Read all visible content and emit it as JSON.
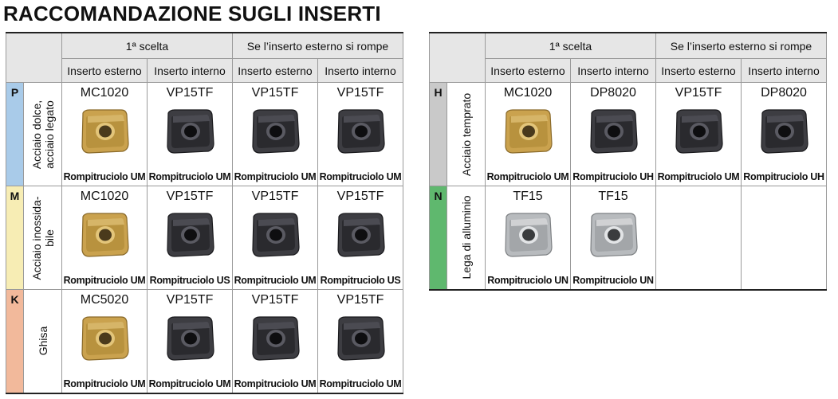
{
  "title": "RACCOMANDAZIONE SUGLI INSERTI",
  "headers": {
    "first_choice": "1ª scelta",
    "if_breaks": "Se l’inserto esterno si rompe",
    "outer": "Inserto esterno",
    "inner": "Inserto interno"
  },
  "colors": {
    "P": "#a9cbe9",
    "M": "#f7edb4",
    "K": "#f2b99b",
    "H": "#c9c9c9",
    "N": "#5fb86e",
    "header_bg": "#e6e6e6"
  },
  "left_table": {
    "rows": [
      {
        "letter": "P",
        "desc": [
          "Acciaio dolce,",
          "acciaio legato"
        ],
        "cells": [
          {
            "code": "MC1020",
            "breaker": "Rompitruciolo UM",
            "icon": "gold-insert-icon"
          },
          {
            "code": "VP15TF",
            "breaker": "Rompitruciolo UM",
            "icon": "dark-insert-icon"
          },
          {
            "code": "VP15TF",
            "breaker": "Rompitruciolo UM",
            "icon": "dark-insert-icon"
          },
          {
            "code": "VP15TF",
            "breaker": "Rompitruciolo UM",
            "icon": "dark-insert-icon"
          }
        ]
      },
      {
        "letter": "M",
        "desc": [
          "Acciaio inossida-",
          "bile"
        ],
        "cells": [
          {
            "code": "MC1020",
            "breaker": "Rompitruciolo UM",
            "icon": "gold-insert-icon"
          },
          {
            "code": "VP15TF",
            "breaker": "Rompitruciolo US",
            "icon": "dark-insert-icon"
          },
          {
            "code": "VP15TF",
            "breaker": "Rompitruciolo UM",
            "icon": "dark-insert-icon"
          },
          {
            "code": "VP15TF",
            "breaker": "Rompitruciolo US",
            "icon": "dark-insert-icon"
          }
        ]
      },
      {
        "letter": "K",
        "desc": [
          "Ghisa"
        ],
        "cells": [
          {
            "code": "MC5020",
            "breaker": "Rompitruciolo UM",
            "icon": "gold-insert-icon"
          },
          {
            "code": "VP15TF",
            "breaker": "Rompitruciolo UM",
            "icon": "dark-insert-icon"
          },
          {
            "code": "VP15TF",
            "breaker": "Rompitruciolo UM",
            "icon": "dark-insert-icon"
          },
          {
            "code": "VP15TF",
            "breaker": "Rompitruciolo UM",
            "icon": "dark-insert-icon"
          }
        ]
      }
    ]
  },
  "right_table": {
    "rows": [
      {
        "letter": "H",
        "desc": [
          "Acciaio temprato"
        ],
        "cells": [
          {
            "code": "MC1020",
            "breaker": "Rompitruciolo UM",
            "icon": "gold-insert-icon"
          },
          {
            "code": "DP8020",
            "breaker": "Rompitruciolo UH",
            "icon": "dark-insert-icon"
          },
          {
            "code": "VP15TF",
            "breaker": "Rompitruciolo UM",
            "icon": "dark-insert-icon"
          },
          {
            "code": "DP8020",
            "breaker": "Rompitruciolo UH",
            "icon": "dark-insert-icon"
          }
        ]
      },
      {
        "letter": "N",
        "desc": [
          "Lega di alluminio"
        ],
        "cells": [
          {
            "code": "TF15",
            "breaker": "Rompitruciolo UN",
            "icon": "silver-insert-icon"
          },
          {
            "code": "TF15",
            "breaker": "Rompitruciolo UN",
            "icon": "silver-insert-icon"
          },
          null,
          null
        ]
      }
    ]
  }
}
